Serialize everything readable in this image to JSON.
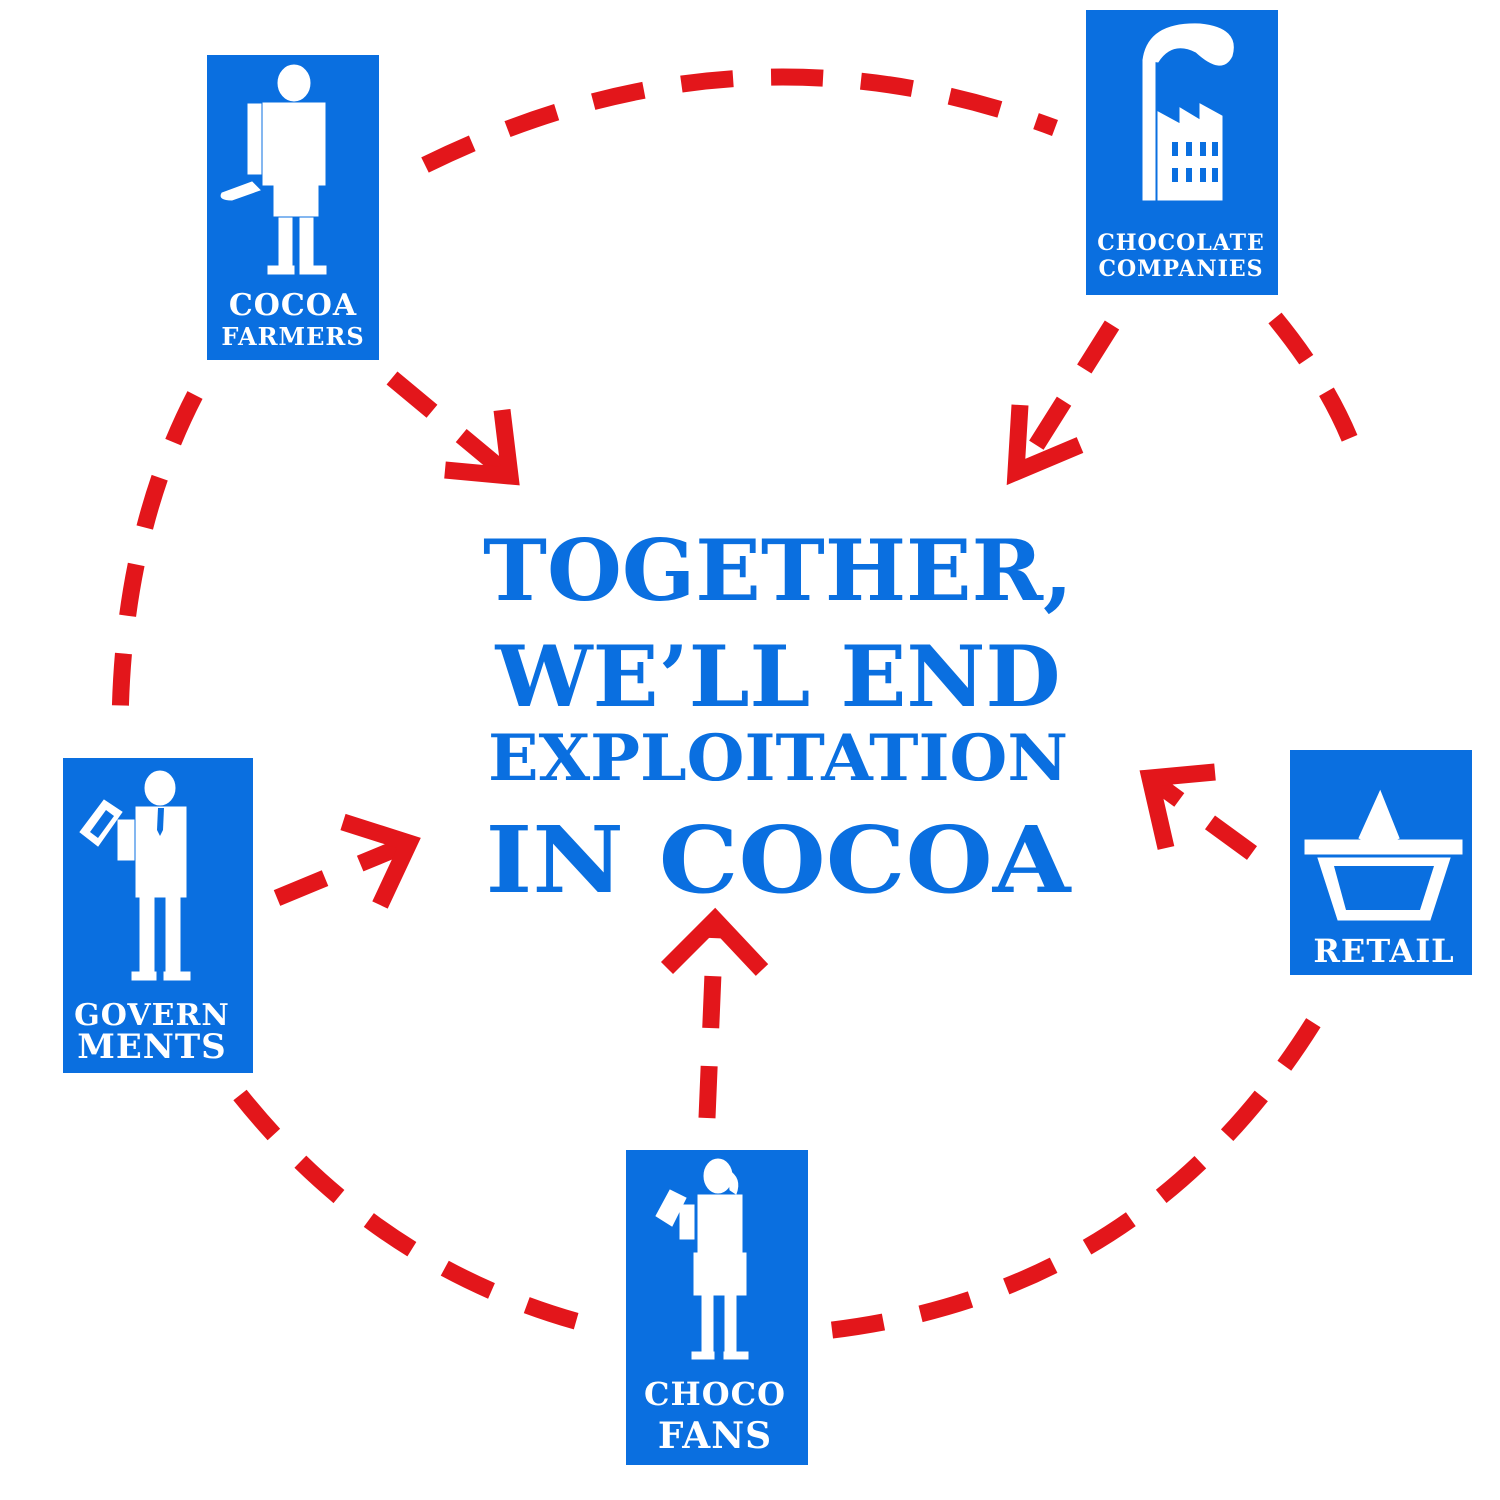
{
  "slogan": {
    "line1": "TOGETHER,",
    "line2": "WE’LL END",
    "line3": "EXPLOITATION",
    "line4": "IN COCOA"
  },
  "nodes": {
    "cocoa_farmers": {
      "line1": "COCOA",
      "line2": "FARMERS",
      "icon": "farmer-with-machete-icon"
    },
    "chocolate_companies": {
      "line1": "CHOCOLATE",
      "line2": "COMPANIES",
      "icon": "factory-icon"
    },
    "governments": {
      "line1": "GOVERN",
      "line2": "MENTS",
      "icon": "official-with-document-icon"
    },
    "retail": {
      "line1": "RETAIL",
      "icon": "shopping-basket-icon"
    },
    "choco_fans": {
      "line1": "CHOCO",
      "line2": "FANS",
      "icon": "fan-with-chocolate-icon"
    }
  },
  "colors": {
    "blue": "#0a6fe0",
    "red": "#e3161b",
    "white": "#ffffff"
  }
}
